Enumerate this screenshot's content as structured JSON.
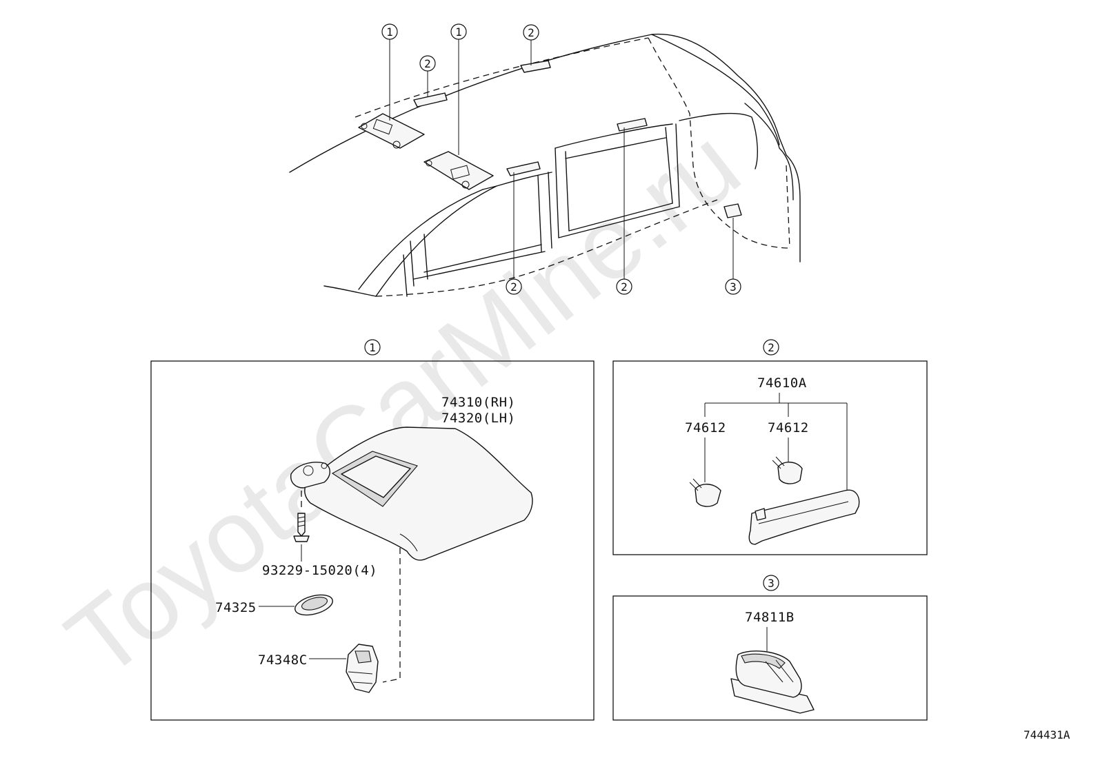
{
  "watermark": "ToyotaCarMine.ru",
  "diagram_id": "744431A",
  "callouts": {
    "c1": "1",
    "c2": "2",
    "c3": "3"
  },
  "sections": {
    "sun_visor": {
      "label": "1",
      "parts": {
        "visor_rh": "74310(RH)",
        "visor_lh": "74320(LH)",
        "screw": "93229-15020(4)",
        "cover": "74325",
        "holder": "74348C"
      }
    },
    "assist_grip": {
      "label": "2",
      "parts": {
        "grip_assy": "74610A",
        "cover_left": "74612",
        "cover_right": "74612"
      }
    },
    "coat_hook": {
      "label": "3",
      "parts": {
        "hook": "74811B"
      }
    }
  }
}
